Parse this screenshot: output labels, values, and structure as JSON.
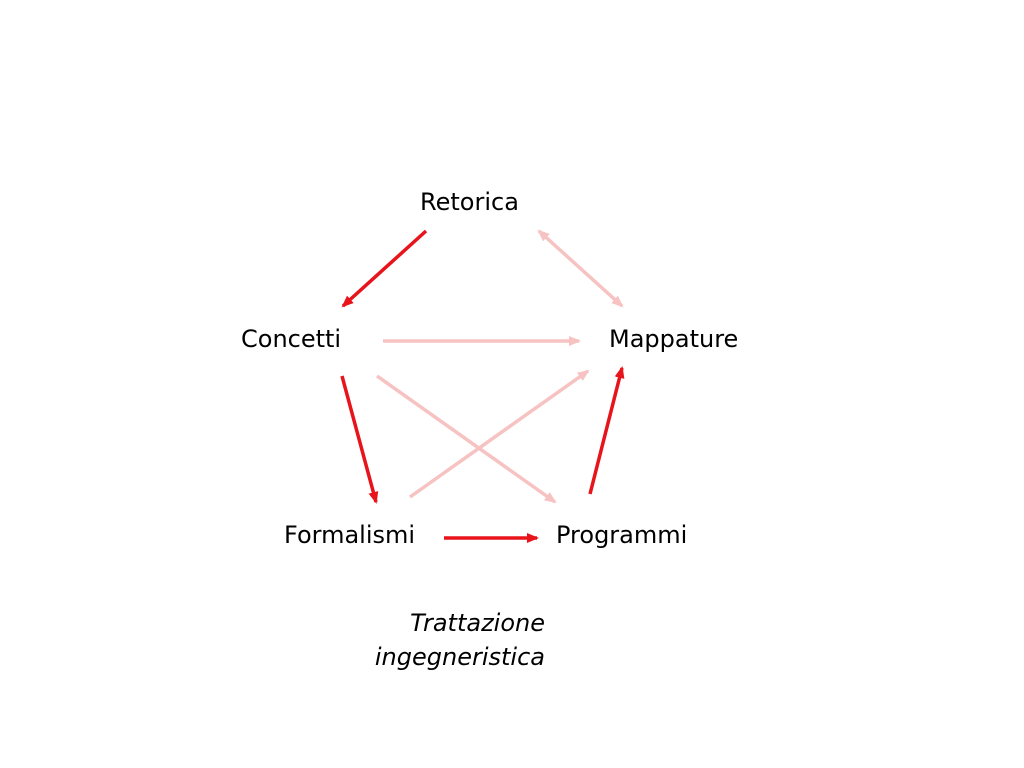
{
  "nodes": {
    "retorica": "Retorica",
    "concetti": "Concetti",
    "mappature": "Mappature",
    "formalismi": "Formalismi",
    "programmi": "Programmi"
  },
  "caption": {
    "line1": "Trattazione",
    "line2": "ingegneristica"
  },
  "colors": {
    "strong_arrow": "#e8141c",
    "faint_arrow": "#f7c2c2",
    "text": "#000000",
    "background": "#ffffff"
  },
  "edges": [
    {
      "from": "Retorica",
      "to": "Concetti",
      "style": "strong",
      "direction": "forward"
    },
    {
      "from": "Retorica",
      "to": "Mappature",
      "style": "faint",
      "direction": "both"
    },
    {
      "from": "Concetti",
      "to": "Mappature",
      "style": "faint",
      "direction": "forward"
    },
    {
      "from": "Concetti",
      "to": "Formalismi",
      "style": "strong",
      "direction": "forward"
    },
    {
      "from": "Concetti",
      "to": "Programmi",
      "style": "faint",
      "direction": "forward"
    },
    {
      "from": "Formalismi",
      "to": "Mappature",
      "style": "faint",
      "direction": "forward"
    },
    {
      "from": "Formalismi",
      "to": "Programmi",
      "style": "strong",
      "direction": "forward"
    },
    {
      "from": "Programmi",
      "to": "Mappature",
      "style": "strong",
      "direction": "forward"
    }
  ]
}
